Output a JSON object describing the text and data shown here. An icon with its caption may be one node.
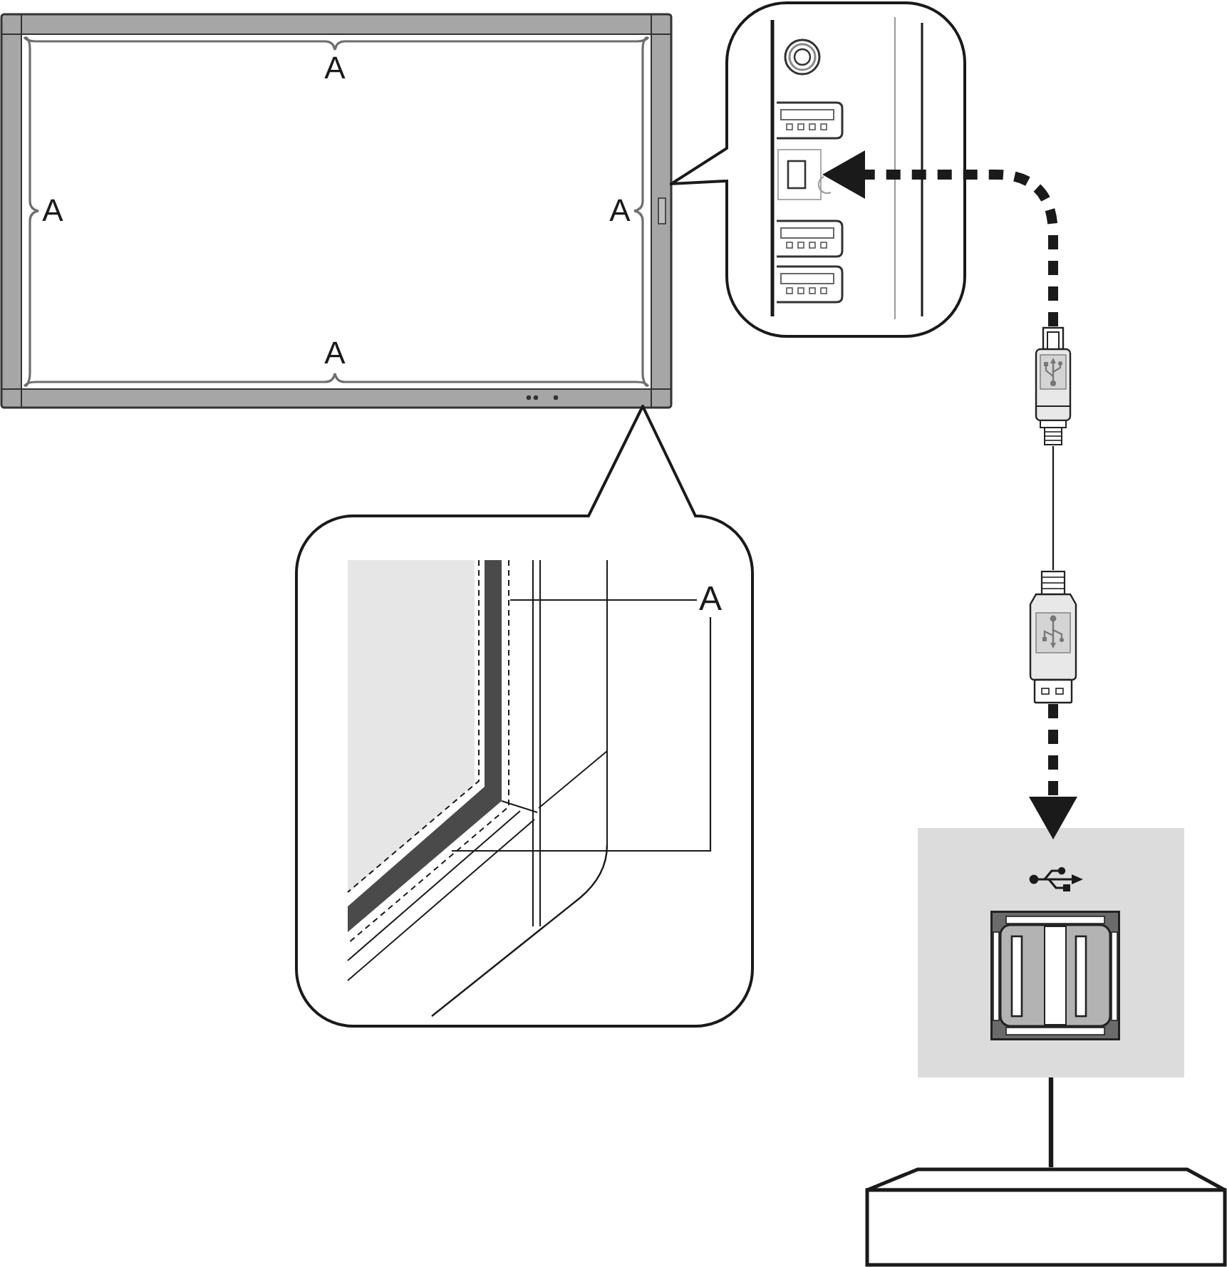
{
  "diagram": {
    "nodes": [
      {
        "text": [],
        "shape": "picture"
      },
      {
        "text": [],
        "shape": "picture",
        "in": 0
      },
      {
        "text": [],
        "shape": "picture"
      },
      {
        "text": [],
        "shape": "picture"
      },
      {
        "text": [
          "A"
        ],
        "in": 3
      },
      {
        "text": [],
        "shape": "picture"
      },
      {
        "text": [],
        "shape": "picture"
      },
      {
        "text": [],
        "shape": "box"
      }
    ],
    "edges": [
      {
        "from": 2,
        "to": 1,
        "arrow": "to",
        "style": "dashed"
      },
      {
        "from": 2,
        "to": 5,
        "arrow": "none"
      },
      {
        "from": 5,
        "to": 6,
        "arrow": "to",
        "style": "dashed"
      },
      {
        "from": 6,
        "to": 7,
        "arrow": "none",
        "style": "thick"
      },
      {
        "from": 4,
        "to": null,
        "arrow": "none"
      },
      {
        "from": 4,
        "to": null,
        "arrow": "none"
      }
    ],
    "labels": [
      "A",
      "A",
      "A",
      "A"
    ]
  }
}
